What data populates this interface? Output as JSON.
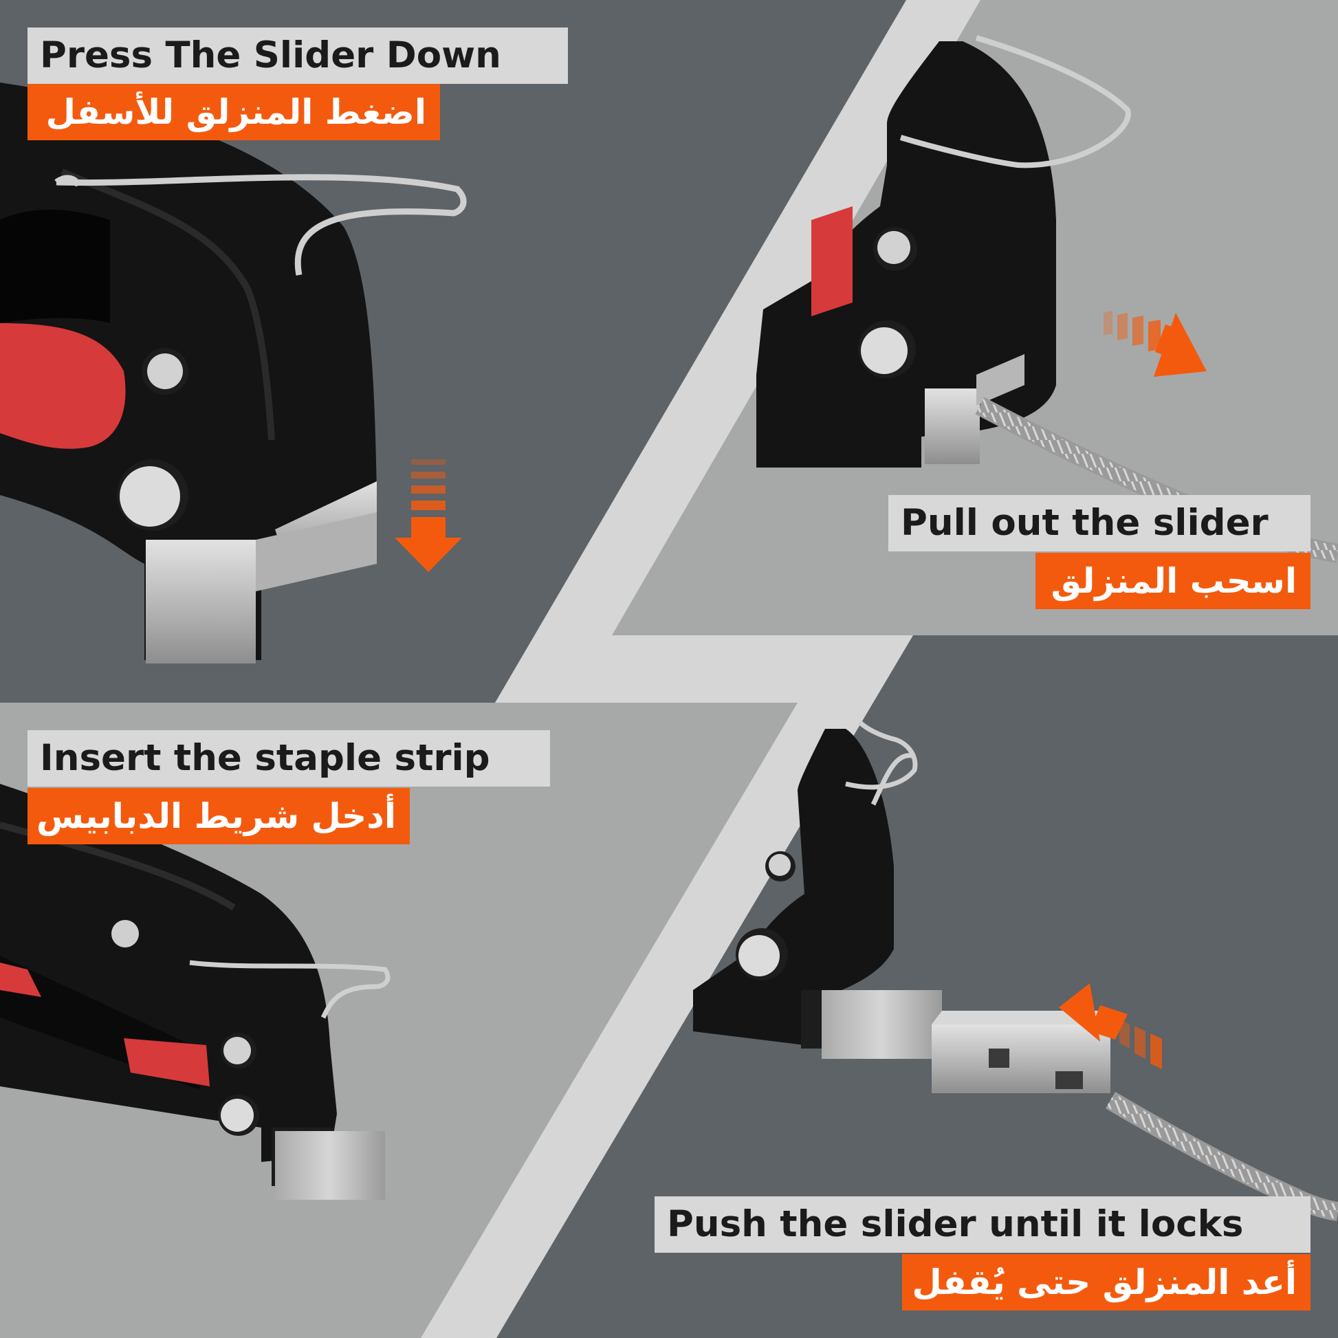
{
  "colors": {
    "panel_dark": "#5d6366",
    "panel_light": "#a6a9a8",
    "divider": "#d6d6d6",
    "caption_en_bg": "#d8d8d8",
    "caption_ar_bg": "#f45a0e",
    "arrow": "#f45a0e",
    "stapler_body": "#121212",
    "stapler_handle": "#d63a3a",
    "metal": "#c9c9c9"
  },
  "steps": [
    {
      "english": "Press The Slider Down",
      "arabic": "اضغط المنزلق للأسفل",
      "arrow_icon": "arrow-down-icon"
    },
    {
      "english": "Pull out the slider",
      "arabic": "اسحب المنزلق",
      "arrow_icon": "arrow-right-down-icon"
    },
    {
      "english": "Insert the staple strip",
      "arabic": "أدخل شريط الدبابيس",
      "arrow_icon": ""
    },
    {
      "english": "Push the slider until it locks",
      "arabic": "أعد المنزلق حتى يُقفل",
      "arrow_icon": "arrow-left-up-icon"
    }
  ]
}
